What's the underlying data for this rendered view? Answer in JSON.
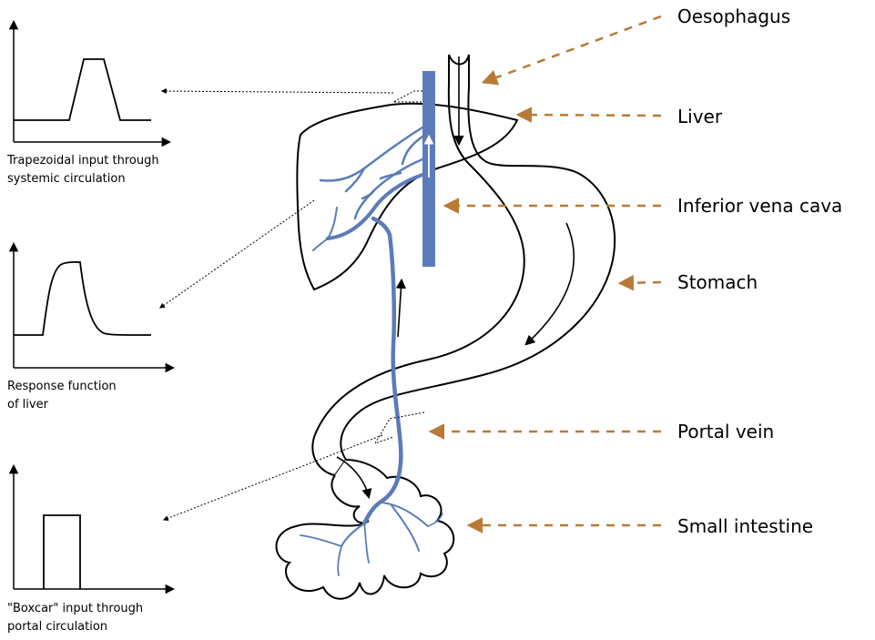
{
  "colors": {
    "vessel": "#5b7cb8",
    "annotation_arrow": "#b87a35",
    "outline": "#000000"
  },
  "organ_labels": {
    "oesophagus": "Oesophagus",
    "liver": "Liver",
    "ivc": "Inferior vena cava",
    "stomach": "Stomach",
    "portal_vein": "Portal vein",
    "small_intestine": "Small intestine"
  },
  "graphs": {
    "trapezoid": {
      "caption": "Trapezoidal input through\nsystemic circulation"
    },
    "response": {
      "caption": "Response function\nof liver"
    },
    "boxcar": {
      "caption": "\"Boxcar\" input through\nportal circulation"
    }
  }
}
